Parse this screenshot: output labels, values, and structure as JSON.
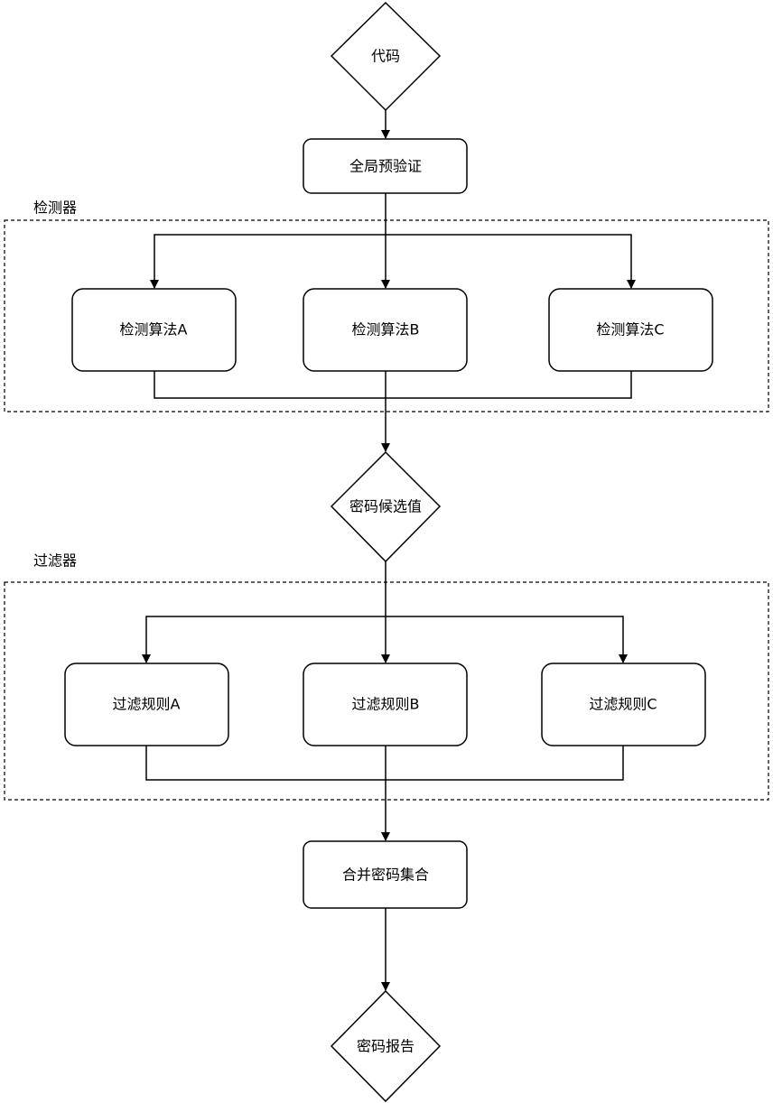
{
  "diagram": {
    "groups": {
      "detector": {
        "title": "检测器"
      },
      "filter": {
        "title": "过滤器"
      }
    },
    "nodes": {
      "code": "代码",
      "global_precheck": "全局预验证",
      "detect_a": "检测算法A",
      "detect_b": "检测算法B",
      "detect_c": "检测算法C",
      "password_candidates": "密码候选值",
      "filter_a": "过滤规则A",
      "filter_b": "过滤规则B",
      "filter_c": "过滤规则C",
      "merge_password_set": "合并密码集合",
      "password_report": "密码报告"
    }
  }
}
